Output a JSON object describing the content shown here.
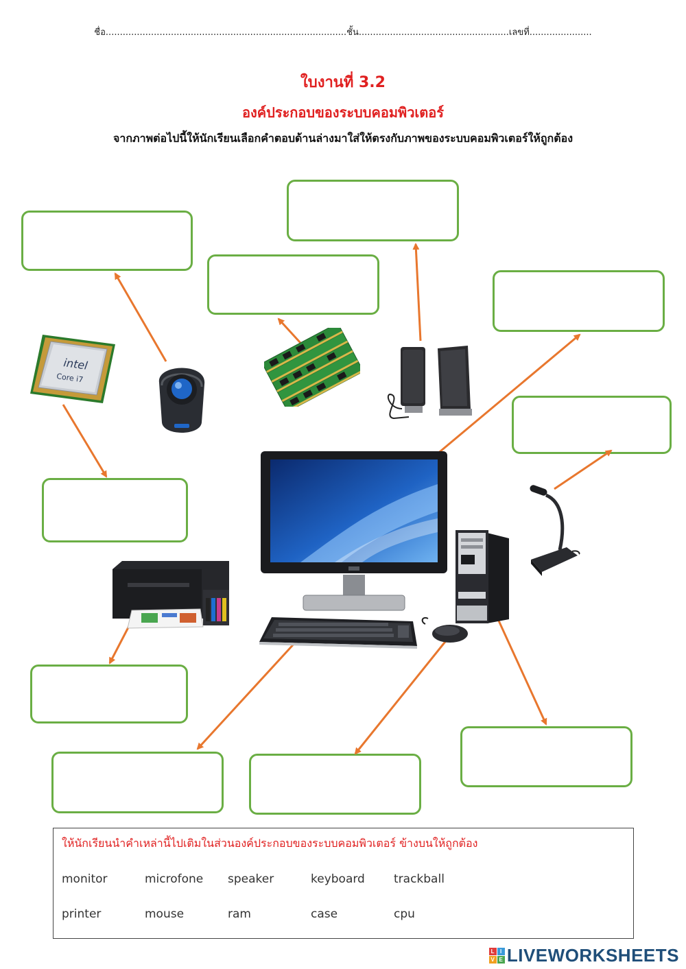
{
  "header": {
    "student_info_line": "ชื่อ.....................................................................................ชั้น.....................................................เลขที่......................"
  },
  "worksheet": {
    "title": "ใบงานที่  3.2",
    "subtitle": "องค์ประกอบของระบบคอมพิวเตอร์",
    "instruction": "จากภาพต่อไปนี้ให้นักเรียนเลือกคำตอบด้านล่างมาใส่ให้ตรงกับภาพของระบบคอมพิวเตอร์ให้ถูกต้อง"
  },
  "images": {
    "cpu_chip": {
      "brand_text": "intel",
      "model_text": "Core i7"
    },
    "trackball": {},
    "ram_sticks": {},
    "speakers": {},
    "monitor": {},
    "microphone": {},
    "case": {},
    "printer": {},
    "keyboard": {},
    "mouse": {}
  },
  "word_bank": {
    "title": "ให้นักเรียนนำคำเหล่านี้ไปเติมในส่วนองค์ประกอบของระบบคอมพิวเตอร์ ข้างบนให้ถูกต้อง",
    "row1": [
      "monitor",
      "microfone",
      "speaker",
      "keyboard",
      "trackball"
    ],
    "row2": [
      "printer",
      "mouse",
      "ram",
      "case",
      "cpu"
    ]
  },
  "branding": {
    "logo_text": "LIVEWORKSHEETS"
  },
  "colors": {
    "accent_red": "#e02020",
    "box_green": "#6aae44",
    "arrow_orange": "#e8772e",
    "logo_blue": "#1f4e79"
  }
}
